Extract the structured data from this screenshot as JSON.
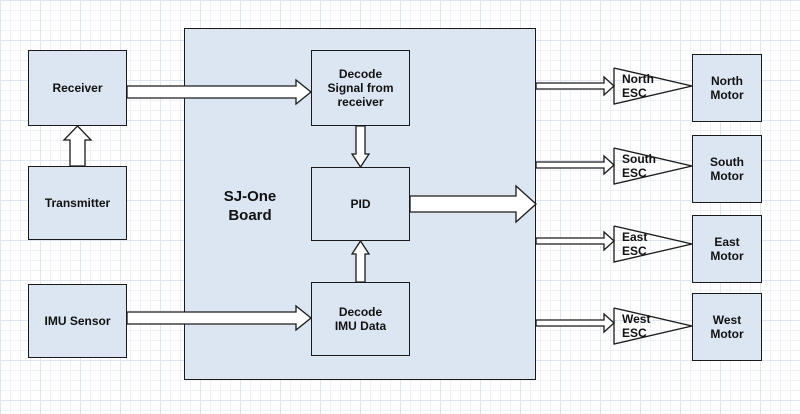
{
  "colors": {
    "block_fill": "#dce6f2",
    "stroke": "#1a1a1a",
    "arrow_fill": "#ffffff"
  },
  "blocks": {
    "receiver": "Receiver",
    "transmitter": "Transmitter",
    "imu_sensor": "IMU Sensor",
    "board": "SJ-One\nBoard",
    "decode_signal": "Decode\nSignal from\nreceiver",
    "pid": "PID",
    "decode_imu": "Decode\nIMU Data"
  },
  "escs": {
    "north": "North\nESC",
    "south": "South\nESC",
    "east": "East\nESC",
    "west": "West\nESC"
  },
  "motors": {
    "north": "North\nMotor",
    "south": "South\nMotor",
    "east": "East\nMotor",
    "west": "West\nMotor"
  }
}
